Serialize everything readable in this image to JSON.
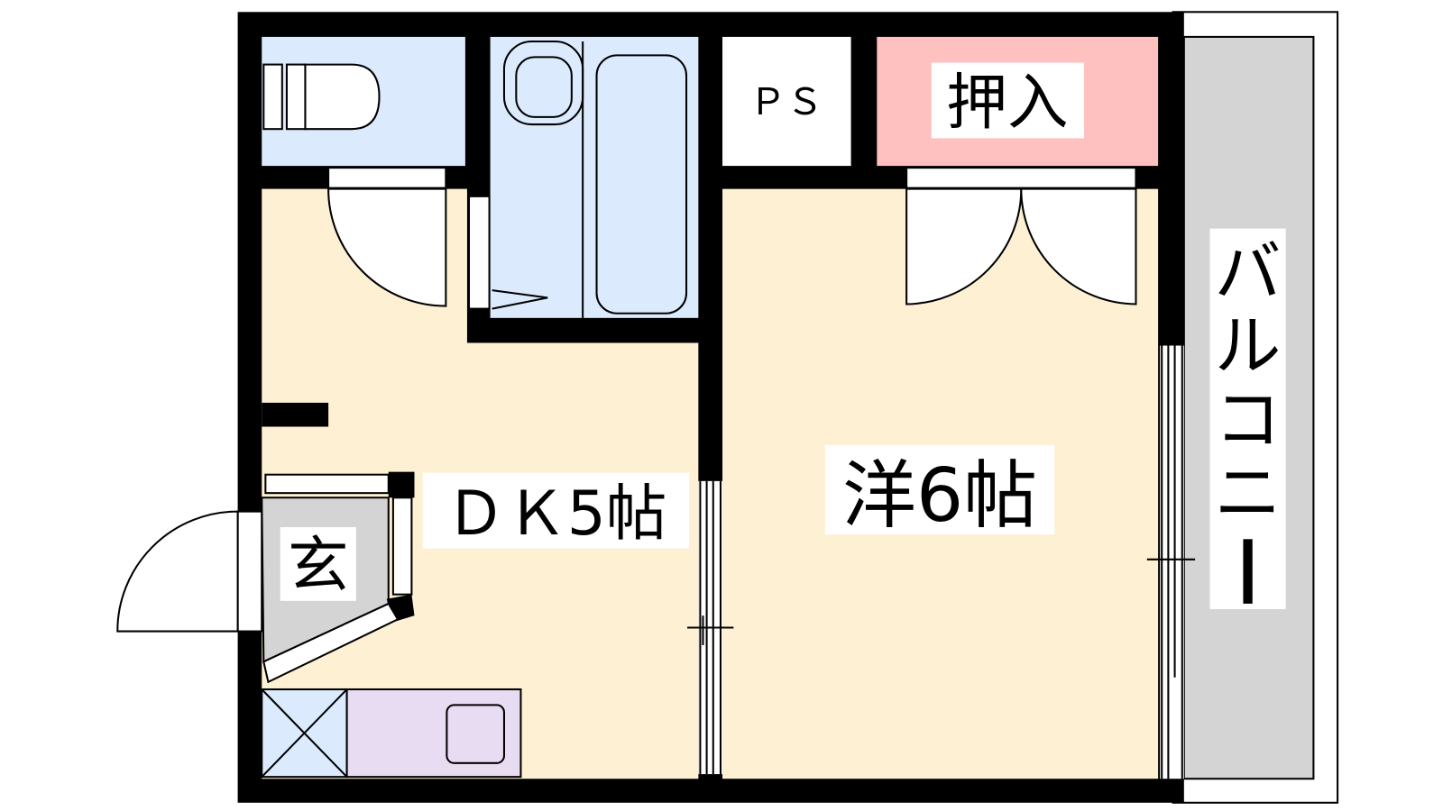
{
  "rooms": {
    "dk": "ＤＫ5帖",
    "western": "洋6帖",
    "entrance": "玄",
    "closet": "押入",
    "ps": "ＰＳ",
    "balcony": [
      "バ",
      "ル",
      "コ",
      "ニ",
      "ー"
    ]
  },
  "colors": {
    "wall": "#000000",
    "floor": "#fdf0d3",
    "wet": "#dbeafc",
    "closet": "#ffc0c0",
    "balcony": "#d4d4d4",
    "entrance": "#d4d4d4",
    "kitchen": "#e8dcf2"
  }
}
